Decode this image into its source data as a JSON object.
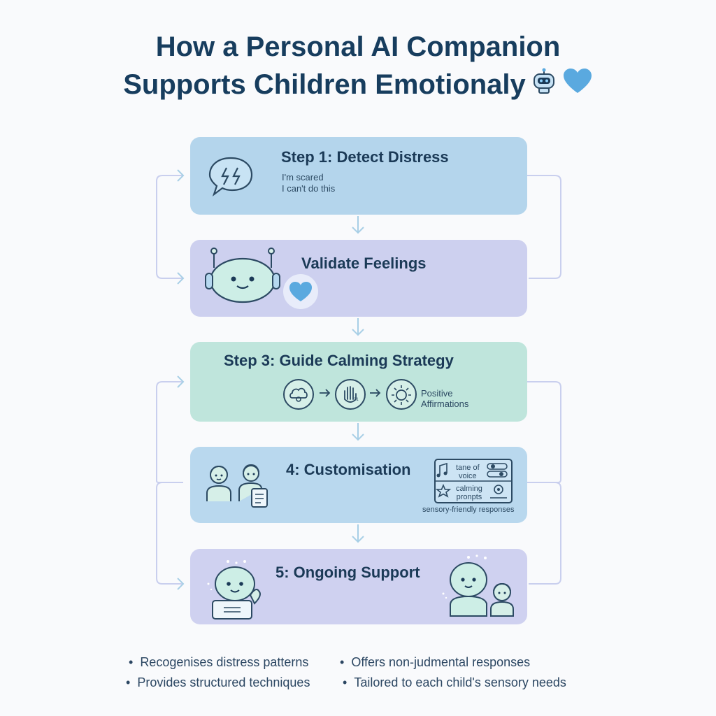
{
  "title": {
    "line1": "How a Personal AI Companion",
    "line2": "Supports Children Emotionaly"
  },
  "steps": [
    {
      "heading": "Step 1: Detect Distress",
      "quote1": "I'm scared",
      "quote2": "I can't do this"
    },
    {
      "heading": "Validate Feelings"
    },
    {
      "heading": "Step 3: Guide Calming Strategy",
      "caption": "Positive\nAffirmations"
    },
    {
      "heading": "4: Customisation",
      "panel": {
        "item1": "tane of\nvoice",
        "item2": "calming\npronpts",
        "caption": "sensory-friendly responses"
      }
    },
    {
      "heading": "5: Ongoing Support"
    }
  ],
  "bullets": [
    "Recogenises distress patterns",
    "Offers non-judmental responses",
    "Provides structured techniques",
    "Tailored to each child's sensory needs"
  ],
  "colors": {
    "title": "#173d5e",
    "card1": "#b4d5ec",
    "card2": "#cdd0ef",
    "card3": "#bfe5dc",
    "card4": "#b9d8ee",
    "card5": "#cfd1f0",
    "heart": "#5aa9df"
  },
  "icons": [
    "robot-icon",
    "heart-icon",
    "speech-bubble-icon",
    "cloud-icon",
    "hand-icon",
    "sun-icon",
    "child-icon",
    "clipboard-icon",
    "music-note-icon",
    "star-icon",
    "toggle-icon",
    "gear-icon"
  ]
}
